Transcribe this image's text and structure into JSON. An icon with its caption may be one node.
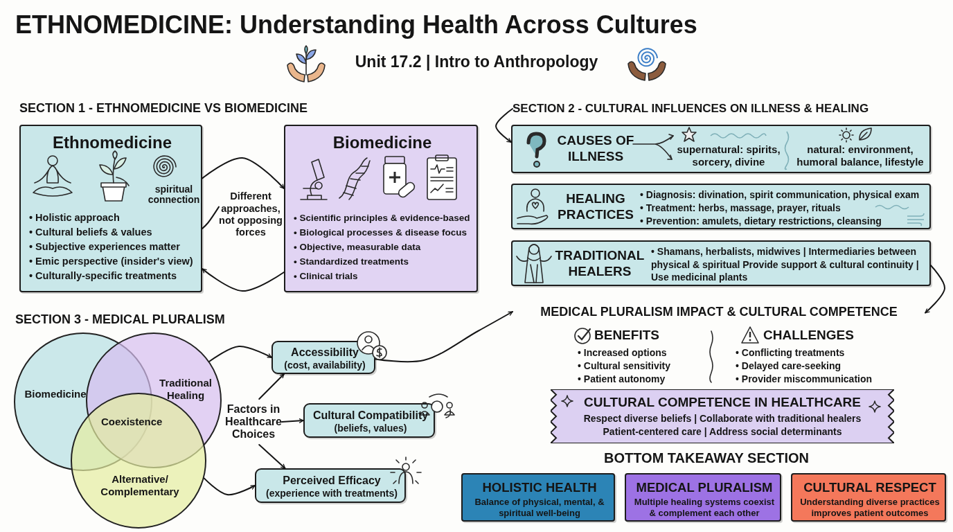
{
  "diagram": {
    "title": "ETHNOMEDICINE: Understanding Health Across Cultures",
    "nodes": [
      {
        "text": [
          "Ethnomedicine",
          "spiritual connection",
          "• Holistic approach",
          "• Cultural beliefs & values",
          "• Subjective experiences matter",
          "• Emic perspective (insider's view)",
          "• Culturally-specific treatments"
        ]
      },
      {
        "text": [
          "Different approaches, not opposing forces"
        ]
      },
      {
        "text": [
          "Biomedicine",
          "• Scientific principles & evidence-based",
          "• Biological processes & disease focus",
          "• Objective, measurable data",
          "• Standardized treatments",
          "• Clinical trials"
        ]
      },
      {
        "text": [
          "CAUSES OF ILLNESS",
          "supernatural: spirits, sorcery, divine",
          "natural: environment, humoral balance, lifestyle"
        ]
      },
      {
        "text": [
          "HEALING PRACTICES",
          "• Diagnosis: divination, spirit communication, physical exam",
          "• Treatment: herbs, massage, prayer, rituals",
          "• Prevention: amulets, dietary restrictions, cleansing"
        ]
      },
      {
        "text": [
          "TRADITIONAL HEALERS",
          "• Shamans, herbalists, midwives | Intermediaries between physical & spiritual Provide support & cultural continuity | Use medicinal plants"
        ]
      },
      {
        "text": [
          "MEDICAL PLURALISM IMPACT & CULTURAL COMPETENCE"
        ]
      },
      {
        "text": [
          "Biomedicine"
        ]
      },
      {
        "text": [
          "Traditional Healing"
        ]
      },
      {
        "text": [
          "Alternative/ Complementary"
        ]
      },
      {
        "text": [
          "Factors in Healthcare Choices"
        ]
      },
      {
        "text": [
          "Accessibility",
          "(cost, availability)"
        ]
      },
      {
        "text": [
          "Cultural Compatibility",
          "(beliefs, values)"
        ]
      },
      {
        "text": [
          "Perceived Efficacy",
          "(experience with treatments)"
        ]
      },
      {
        "text": [
          "CULTURAL COMPETENCE IN HEALTHCARE",
          "Respect diverse beliefs | Collaborate with traditional healers",
          "Patient-centered care | Address social determinants"
        ]
      },
      {
        "text": [
          "HOLISTIC HEALTH",
          "Balance of physical, mental, & spiritual well-being"
        ]
      },
      {
        "text": [
          "MEDICAL PLURALISM",
          "Multiple healing systems coexist & complement each other"
        ]
      },
      {
        "text": [
          "CULTURAL RESPECT",
          "Understanding diverse practices improves patient outcomes"
        ]
      },
      {
        "text": [
          "SECTION 2 - CULTURAL INFLUENCES ON ILLNESS & HEALING"
        ]
      }
    ],
    "edges": [
      {
        "from": 0,
        "to": 2,
        "arrow": "to"
      },
      {
        "from": 2,
        "to": 0,
        "arrow": "to"
      },
      {
        "from": 1,
        "to": 0,
        "arrow": "none"
      },
      {
        "from": 18,
        "to": 3,
        "arrow": "to"
      },
      {
        "from": 5,
        "to": 6,
        "arrow": "to"
      },
      {
        "from": 8,
        "to": 11,
        "arrow": "to"
      },
      {
        "from": 9,
        "to": 13,
        "arrow": "to"
      },
      {
        "from": 10,
        "to": 11,
        "arrow": "to"
      },
      {
        "from": 10,
        "to": 12,
        "arrow": "to"
      },
      {
        "from": 10,
        "to": 13,
        "arrow": "to"
      },
      {
        "from": 11,
        "to": 6,
        "arrow": "to"
      }
    ],
    "labels": [
      "Unit 17.2 | Intro to Anthropology",
      "SECTION 1 - ETHNOMEDICINE VS BIOMEDICINE",
      "SECTION 3 - MEDICAL PLURALISM",
      "Coexistence",
      "BENEFITS",
      "• Increased options",
      "• Cultural sensitivity",
      "• Patient autonomy",
      "CHALLENGES",
      "• Conflicting treatments",
      "• Delayed care-seeking",
      "• Provider miscommunication",
      "BOTTOM TAKEAWAY SECTION"
    ]
  }
}
